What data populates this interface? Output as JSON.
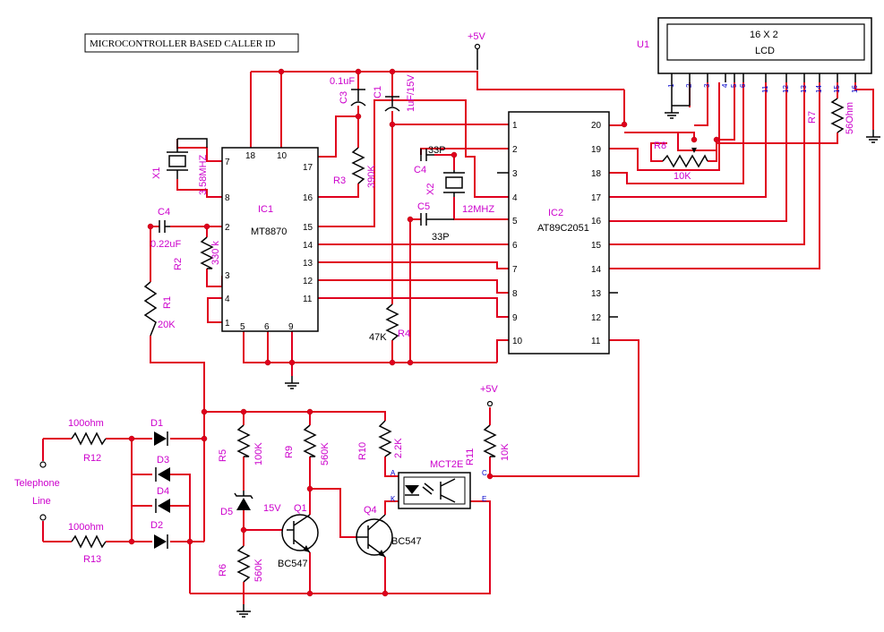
{
  "title": "MICROCONTROLLER BASED CALLER ID",
  "colors": {
    "wire": "#e0001e",
    "label": "#cc00cc",
    "outline": "#000000"
  },
  "power": {
    "vcc_top": "+5V",
    "vcc_bottom": "+5V"
  },
  "lcd": {
    "ref": "U1",
    "size_label": "16 X 2",
    "type_label": "LCD",
    "pins": [
      "1",
      "2",
      "3",
      "4",
      "5",
      "6",
      "11",
      "12",
      "13",
      "14",
      "15",
      "16"
    ]
  },
  "ic1": {
    "ref": "IC1",
    "part": "MT8870",
    "pins_left": [
      "7",
      "8",
      "2",
      "3",
      "4",
      "1"
    ],
    "pins_right": [
      "17",
      "16",
      "15",
      "14",
      "13",
      "12",
      "11"
    ],
    "pins_top": [
      "18",
      "10"
    ],
    "pins_bottom": [
      "5",
      "6",
      "9"
    ]
  },
  "ic2": {
    "ref": "IC2",
    "part": "AT89C2051",
    "pins_left": [
      "1",
      "2",
      "3",
      "4",
      "5",
      "6",
      "7",
      "8",
      "9",
      "10"
    ],
    "pins_right": [
      "20",
      "19",
      "18",
      "17",
      "16",
      "15",
      "14",
      "13",
      "12",
      "11"
    ]
  },
  "components": {
    "c3": {
      "ref": "C3",
      "value": "0.1uF"
    },
    "c1": {
      "ref": "C1",
      "value": "1uF/15V"
    },
    "c4_top": {
      "ref": "C4",
      "value": "33P"
    },
    "c5": {
      "ref": "C5",
      "value": "33P"
    },
    "x2": {
      "ref": "X2",
      "value": "12MHZ"
    },
    "x1": {
      "ref": "X1",
      "value": "3.58MHZ"
    },
    "c4_left": {
      "ref": "C4",
      "value": "0.22uF"
    },
    "r1": {
      "ref": "R1",
      "value": "20K"
    },
    "r2": {
      "ref": "R2",
      "value": "330 k"
    },
    "r3": {
      "ref": "R3",
      "value": "390K"
    },
    "r4": {
      "ref": "R4",
      "value": "47K"
    },
    "r5": {
      "ref": "R5",
      "value": "100K"
    },
    "r6": {
      "ref": "R6",
      "value": "560K"
    },
    "r7": {
      "ref": "R7",
      "value": "56Ohm"
    },
    "r8": {
      "ref": "R8",
      "value": "10K"
    },
    "r9": {
      "ref": "R9",
      "value": "560K"
    },
    "r10": {
      "ref": "R10",
      "value": "2.2K"
    },
    "r11": {
      "ref": "R11",
      "value": "10K"
    },
    "r12": {
      "ref": "R12",
      "value": "100ohm"
    },
    "r13": {
      "ref": "R13",
      "value": "100ohm"
    },
    "d1": {
      "ref": "D1"
    },
    "d2": {
      "ref": "D2"
    },
    "d3": {
      "ref": "D3"
    },
    "d4": {
      "ref": "D4"
    },
    "d5": {
      "ref": "D5",
      "value": "15V"
    },
    "q1": {
      "ref": "Q1",
      "value": "BC547"
    },
    "q4": {
      "ref": "Q4",
      "value": "BC547"
    },
    "mct": {
      "ref": "MCT2E",
      "pin_a": "A",
      "pin_k": "K",
      "pin_c": "C",
      "pin_e": "E"
    },
    "telephone": {
      "line1": "Telephone",
      "line2": "Line"
    }
  }
}
